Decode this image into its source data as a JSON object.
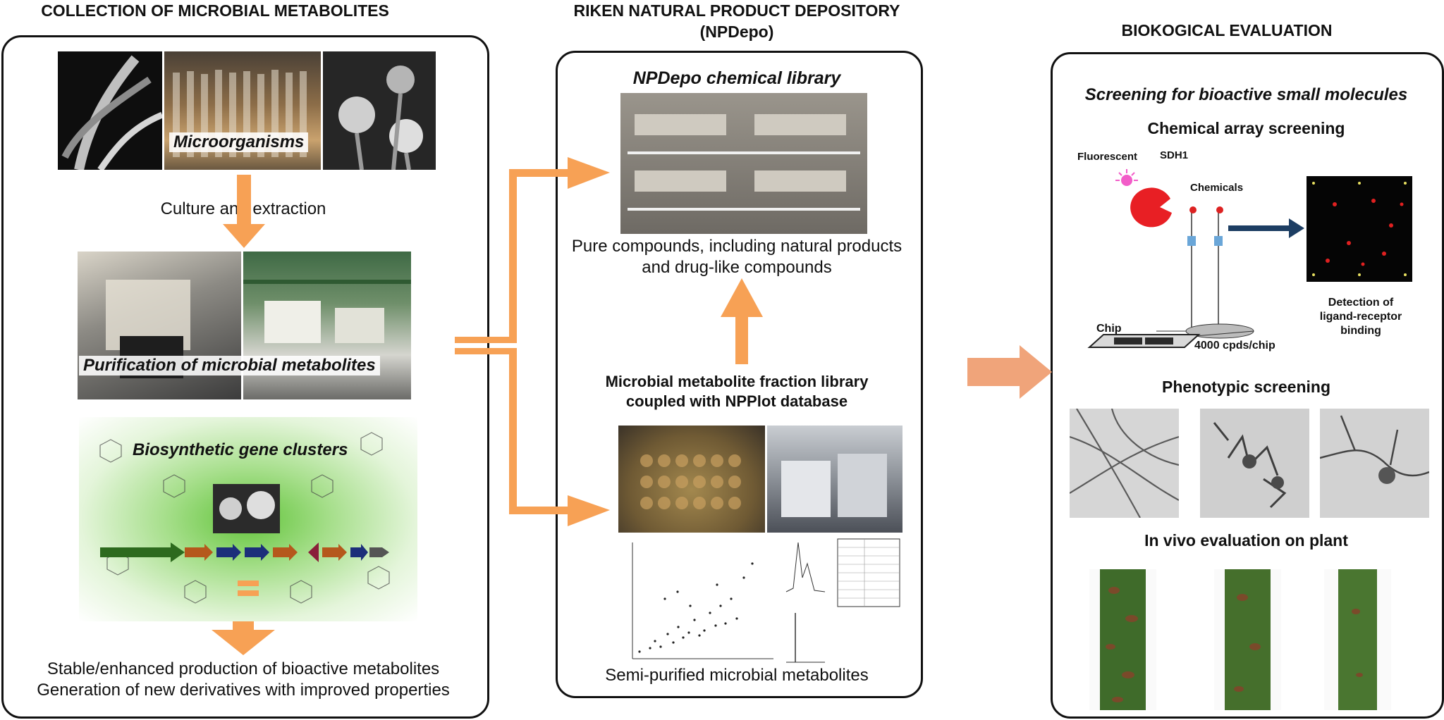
{
  "headers": {
    "left": "COLLECTION OF MICROBIAL METABOLITES",
    "middle_line1": "RIKEN NATURAL PRODUCT DEPOSITORY",
    "middle_line2": "(NPDepo)",
    "right": "BIOKOGICAL  EVALUATION"
  },
  "left_panel": {
    "microorganisms": "Microorganisms",
    "culture": "Culture and extraction",
    "purification": "Purification of microbial metabolites",
    "gene_clusters": "Biosynthetic gene clusters",
    "stable_line1": "Stable/enhanced production of bioactive metabolites",
    "stable_line2": "Generation of new derivatives with improved properties"
  },
  "middle_panel": {
    "library_title": "NPDepo chemical library",
    "pure_line1": "Pure compounds, including natural products",
    "pure_line2": "and drug-like compounds",
    "fraction_line1": "Microbial metabolite fraction library",
    "fraction_line2": "coupled with NPPlot database",
    "semi": "Semi-purified microbial metabolites"
  },
  "right_panel": {
    "screening_title": "Screening for bioactive small molecules",
    "array_title": "Chemical array screening",
    "fluorescent": "Fluorescent",
    "sdh1": "SDH1",
    "chemicals": "Chemicals",
    "chip": "Chip",
    "cpds": "4000 cpds/chip",
    "detection_line1": "Detection of",
    "detection_line2": "ligand-receptor",
    "detection_line3": "binding",
    "phenotypic": "Phenotypic screening",
    "invivo": "In vivo evaluation on plant"
  },
  "colors": {
    "arrow": "#f7a155",
    "arrow_soft": "#f0a47a",
    "navy_arrow": "#1d3e63",
    "leaf": "#3f6b2a",
    "glow": "#7ccf4a"
  }
}
